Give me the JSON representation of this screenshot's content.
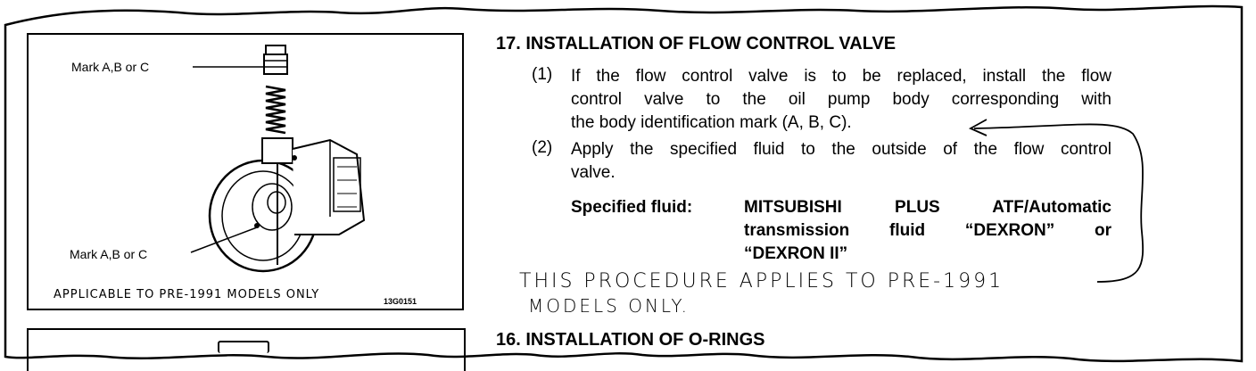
{
  "figure": {
    "mark_top": "Mark A,B or C",
    "mark_bottom": "Mark A,B or C",
    "handwritten_caption": "APPLICABLE TO PRE-1991 MODELS ONLY",
    "figure_code": "13G0151"
  },
  "section17": {
    "title": "17. INSTALLATION OF FLOW CONTROL VALVE",
    "step1_num": "(1)",
    "step1_lines": [
      "If the flow control valve is to be replaced, install the flow",
      "control valve to the oil pump body corresponding with",
      "the body identification mark (A, B, C)."
    ],
    "step2_num": "(2)",
    "step2_lines": [
      "Apply the specified fluid to the outside of the flow control",
      "valve."
    ],
    "spec_label": "Specified fluid:",
    "spec_lines": [
      "MITSUBISHI PLUS ATF/Automatic",
      "transmission fluid “DEXRON” or",
      "“DEXRON II”"
    ]
  },
  "handwritten_note": {
    "line1": "THIS PROCEDURE APPLIES TO PRE-1991",
    "line2": "MODELS ONLY."
  },
  "section16": {
    "title": "16. INSTALLATION OF O-RINGS"
  }
}
